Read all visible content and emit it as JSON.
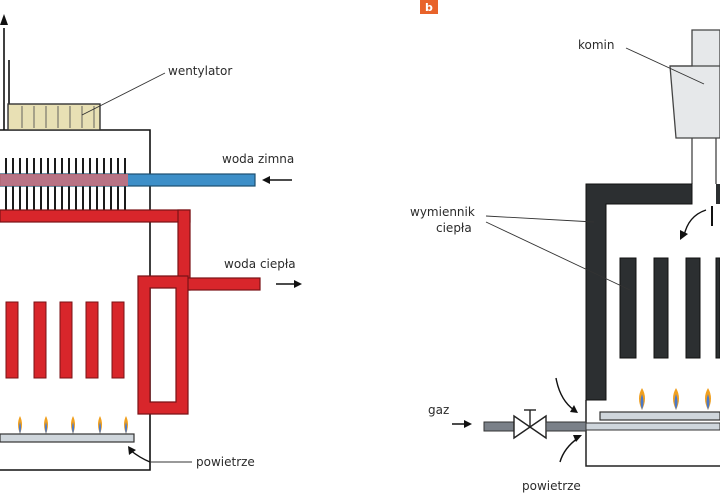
{
  "panel_a": {
    "labels": {
      "wentylator": "wentylator",
      "woda_zimna": "woda zimna",
      "woda_ciepla": "woda ciepła",
      "powietrze": "powietrze"
    }
  },
  "panel_b": {
    "badge": "b",
    "labels": {
      "komin": "komin",
      "wymiennik_line1": "wymiennik",
      "wymiennik_line2": "ciepła",
      "gaz": "gaz",
      "powietrze": "powietrze"
    }
  },
  "colors": {
    "hot_water": "#d8262b",
    "cold_water": "#3d8fc8",
    "exchanger_dark": "#2c2f31",
    "fan": "#e8e0b4",
    "badge": "#e8632b",
    "flame_orange": "#f0a020",
    "flame_blue": "#4a78c8"
  }
}
